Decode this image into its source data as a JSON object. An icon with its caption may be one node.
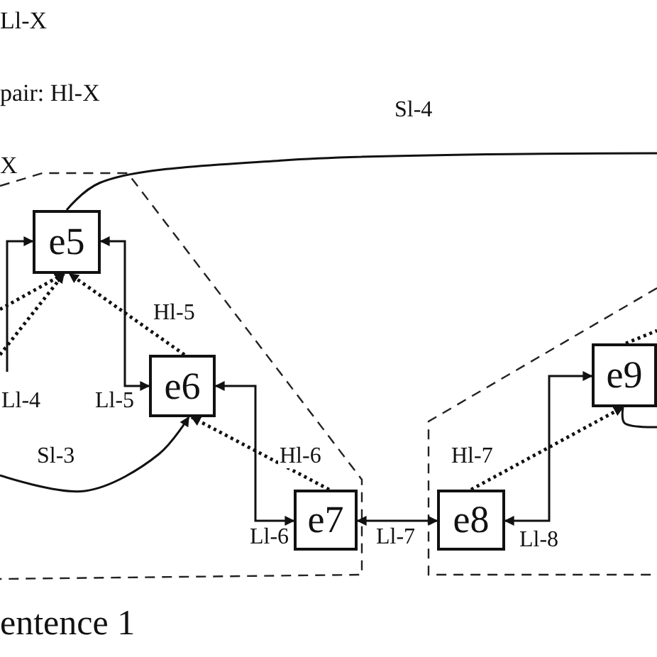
{
  "diagram": {
    "nodes": [
      {
        "text": [
          "e5"
        ]
      },
      {
        "text": [
          "e6"
        ]
      },
      {
        "text": [
          "e7"
        ]
      },
      {
        "text": [
          "e8"
        ]
      },
      {
        "text": [
          "e9"
        ]
      }
    ],
    "edges": [
      {
        "from": 0,
        "to": null,
        "arrow": "none",
        "label": "Sl-4"
      },
      {
        "from": null,
        "to": 0,
        "arrow": "to",
        "label": "Ll-4"
      },
      {
        "from": null,
        "to": 0,
        "arrow": "to",
        "style": "dashed"
      },
      {
        "from": null,
        "to": 0,
        "arrow": "to",
        "style": "dashed"
      },
      {
        "from": 1,
        "to": 0,
        "arrow": "to",
        "style": "dashed",
        "label": "Hl-5"
      },
      {
        "from": 0,
        "to": 1,
        "arrow": "both",
        "label": "Ll-5"
      },
      {
        "from": null,
        "to": 1,
        "arrow": "to",
        "label": "Sl-3"
      },
      {
        "from": 1,
        "to": 2,
        "arrow": "both",
        "label": "Ll-6"
      },
      {
        "from": 2,
        "to": 1,
        "arrow": "to",
        "style": "dashed",
        "label": "Hl-6"
      },
      {
        "from": 2,
        "to": 3,
        "arrow": "both",
        "label": "Ll-7"
      },
      {
        "from": 3,
        "to": 4,
        "arrow": "to",
        "style": "dashed",
        "label": "Hl-7"
      },
      {
        "from": 3,
        "to": 4,
        "arrow": "both",
        "label": "Ll-8"
      },
      {
        "from": 4,
        "to": null,
        "arrow": "none"
      },
      {
        "from": 4,
        "to": null,
        "arrow": "none",
        "style": "dashed"
      }
    ],
    "labels": [
      "Ll-X",
      "pair: Hl-X",
      "X",
      "entence 1"
    ]
  }
}
